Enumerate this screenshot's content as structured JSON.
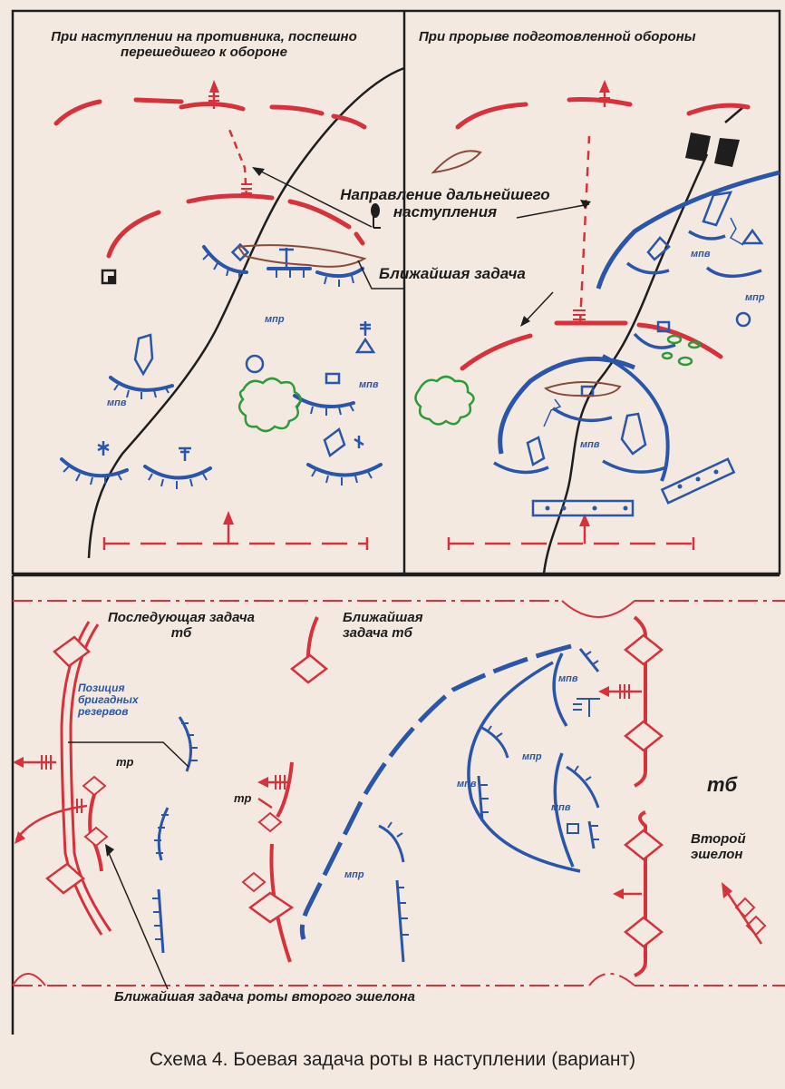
{
  "colors": {
    "red": "#d7323c",
    "blue": "#2a55a8",
    "black": "#1e1e1e",
    "green": "#2f9a3a",
    "brown": "#8a4a3a",
    "paper": "#f3e9e1"
  },
  "panel_top_left": {
    "title": "При наступлении на противника, поспешно перешедшего к обороне",
    "units": [
      "мпр",
      "мпв"
    ]
  },
  "panel_top_right": {
    "title": "При прорыве подготовленной обороны",
    "units": [
      "мпв",
      "мпр",
      "мпв"
    ]
  },
  "shared_labels": {
    "direction": "Направление дальнейшего наступления",
    "nearest_task": "Ближайшая задача"
  },
  "panel_bottom": {
    "subsequent_task": "Последующая задача тб",
    "nearest_task_tb": "Ближайшая задача тб",
    "brigade_reserves": "Позиция бригадных резервов",
    "second_echelon": "Второй эшелон",
    "nearest_task_second_echelon": "Ближайшая задача роты второго эшелона",
    "units": {
      "tr_1": "тр",
      "tr_2": "тр",
      "mpv_1": "мпв",
      "mpr_1": "мпр",
      "mpv_2": "мпв",
      "mpv_3": "мпв",
      "mpr_2": "мпр",
      "tb": "тб"
    }
  },
  "caption": "Схема 4. Боевая задача роты в наступлении (вариант)"
}
